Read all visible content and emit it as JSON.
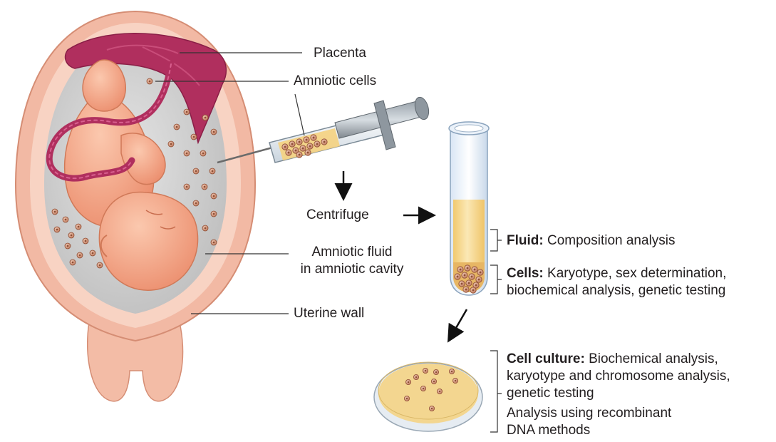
{
  "labels": {
    "placenta": "Placenta",
    "amniotic_cells": "Amniotic cells",
    "centrifuge": "Centrifuge",
    "amniotic_fluid_line1": "Amniotic fluid",
    "amniotic_fluid_line2": "in amniotic cavity",
    "uterine_wall": "Uterine wall"
  },
  "tube_annotations": {
    "fluid_title": "Fluid:",
    "fluid_text": "Composition analysis",
    "cells_title": "Cells:",
    "cells_text_line1": "Karyotype, sex determination,",
    "cells_text_line2": "biochemical analysis, genetic testing"
  },
  "culture_annotations": {
    "title": "Cell culture:",
    "line1": "Biochemical analysis,",
    "line2": "karyotype and chromosome analysis,",
    "line3": "genetic testing",
    "line4": "Analysis using recombinant",
    "line5": "DNA methods"
  },
  "colors": {
    "uterus_outer": "#f2b9a4",
    "uterus_inner_wall": "#f7cdbd",
    "amniotic_fluid": "#cfcfcf",
    "fetus_skin": "#f4a98a",
    "placenta": "#b02f5e",
    "cells": "#c98b6a",
    "tube_fluid": "#f7dc98",
    "culture_medium": "#f3d690"
  }
}
